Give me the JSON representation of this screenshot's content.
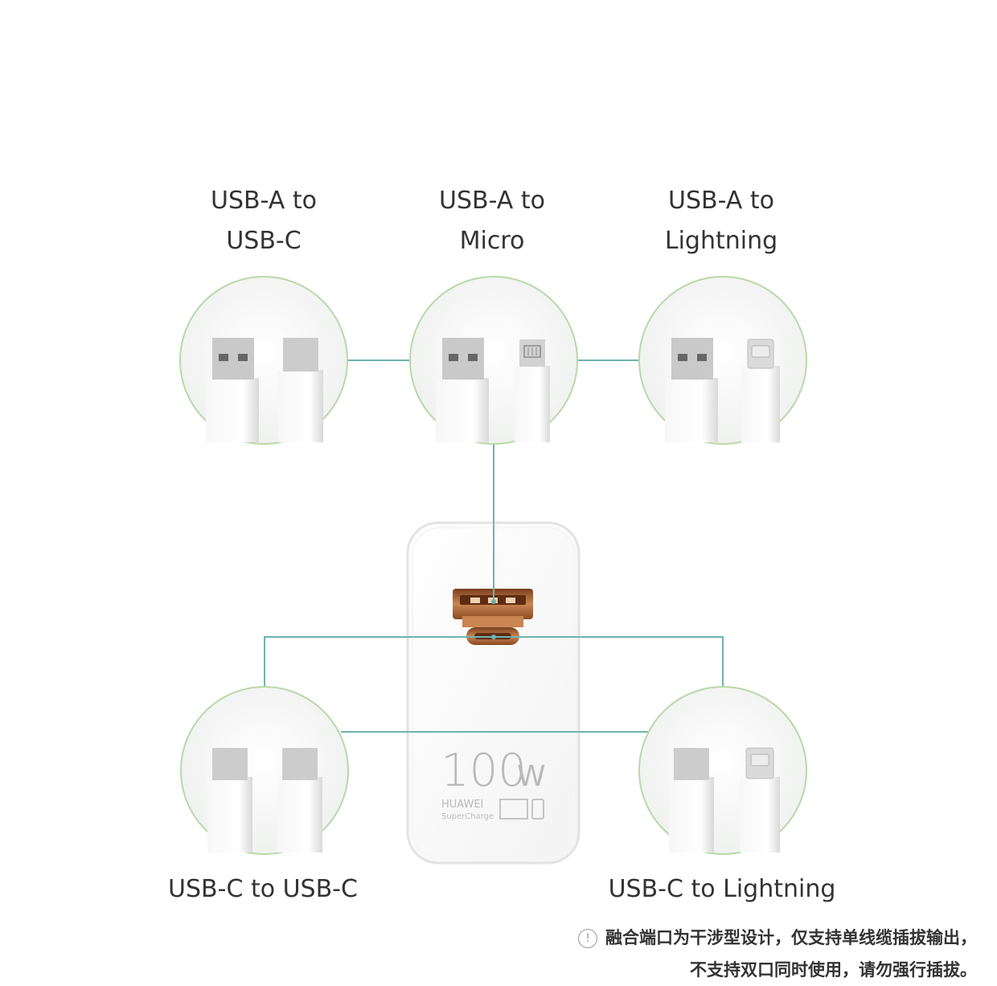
{
  "cables": {
    "usb_a_to_usb_c": {
      "line1": "USB-A to",
      "line2": "USB-C"
    },
    "usb_a_to_micro": {
      "line1": "USB-A to",
      "line2": "Micro"
    },
    "usb_a_to_lightning": {
      "line1": "USB-A to",
      "line2": "Lightning"
    },
    "usb_c_to_usb_c": {
      "label": "USB-C to USB-C"
    },
    "usb_c_to_lightning": {
      "label": "USB-C to Lightning"
    }
  },
  "charger": {
    "wattage": "100",
    "unit": "W",
    "brand": "HUAWEI",
    "subbrand": "SuperCharge"
  },
  "note": {
    "icon": "info-icon",
    "line1": "融合端口为干涉型设计，仅支持单线缆插拔输出，",
    "line2": "不支持双口同时使用，请勿强行插拔。"
  },
  "colors": {
    "line": "#6fb3b1",
    "circle_stroke": "#b8d9a8",
    "port_copper": "#b87443"
  }
}
